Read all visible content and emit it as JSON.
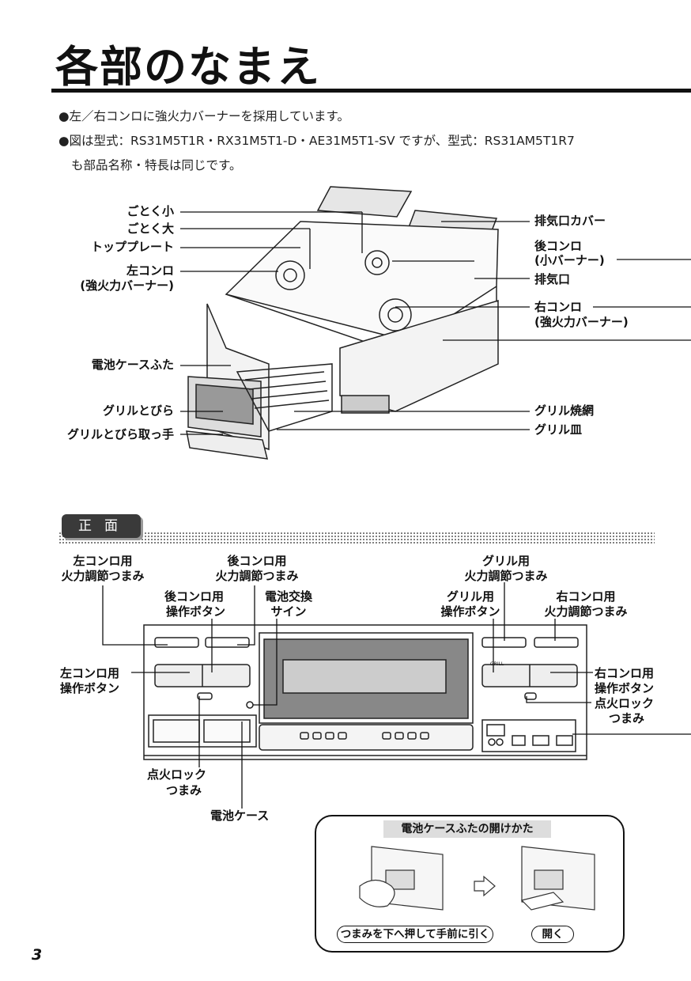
{
  "page": {
    "title": "各部のなまえ",
    "bullets": [
      "●左／右コンロに強火力バーナーを採用しています。",
      "●図は型式：RS31M5T1R・RX31M5T1-D・AE31M5T1-SV ですが、型式：RS31AM5T1R7",
      "も部品名称・特長は同じです。"
    ],
    "page_number": "3"
  },
  "top_labels": {
    "gotoku_small": "ごとく小",
    "gotoku_large": "ごとく大",
    "top_plate": "トッププレート",
    "left_burner": "左コンロ",
    "left_burner_sub": "(強火力バーナー)",
    "battery_lid": "電池ケースふた",
    "grill_door": "グリルとびら",
    "grill_door_handle": "グリルとびら取っ手",
    "exhaust_cover": "排気口カバー",
    "rear_burner": "後コンロ",
    "rear_burner_sub": "(小バーナー)",
    "exhaust": "排気口",
    "right_burner": "右コンロ",
    "right_burner_sub": "(強火力バーナー)",
    "grill_net": "グリル焼網",
    "grill_pan": "グリル皿"
  },
  "front": {
    "section_title": "正面",
    "left_knob_1": "左コンロ用",
    "left_knob_2": "火力調節つまみ",
    "rear_knob_1": "後コンロ用",
    "rear_knob_2": "火力調節つまみ",
    "rear_button_1": "後コンロ用",
    "rear_button_2": "操作ボタン",
    "battery_sign_1": "電池交換",
    "battery_sign_2": "サイン",
    "grill_knob_1": "グリル用",
    "grill_knob_2": "火力調節つまみ",
    "grill_button_1": "グリル用",
    "grill_button_2": "操作ボタン",
    "right_knob_1": "右コンロ用",
    "right_knob_2": "火力調節つまみ",
    "left_button_1": "左コンロ用",
    "left_button_2": "操作ボタン",
    "right_button_1": "右コンロ用",
    "right_button_2": "操作ボタン",
    "right_lock_1": "点火ロック",
    "right_lock_2": "つまみ",
    "left_lock_1": "点火ロック",
    "left_lock_2": "つまみ",
    "battery_case": "電池ケース",
    "grill_panel_label": "GRILL"
  },
  "howto": {
    "title": "電池ケースふたの開けかた",
    "step1": "つまみを下へ押して手前に引く",
    "step2": "開く"
  }
}
